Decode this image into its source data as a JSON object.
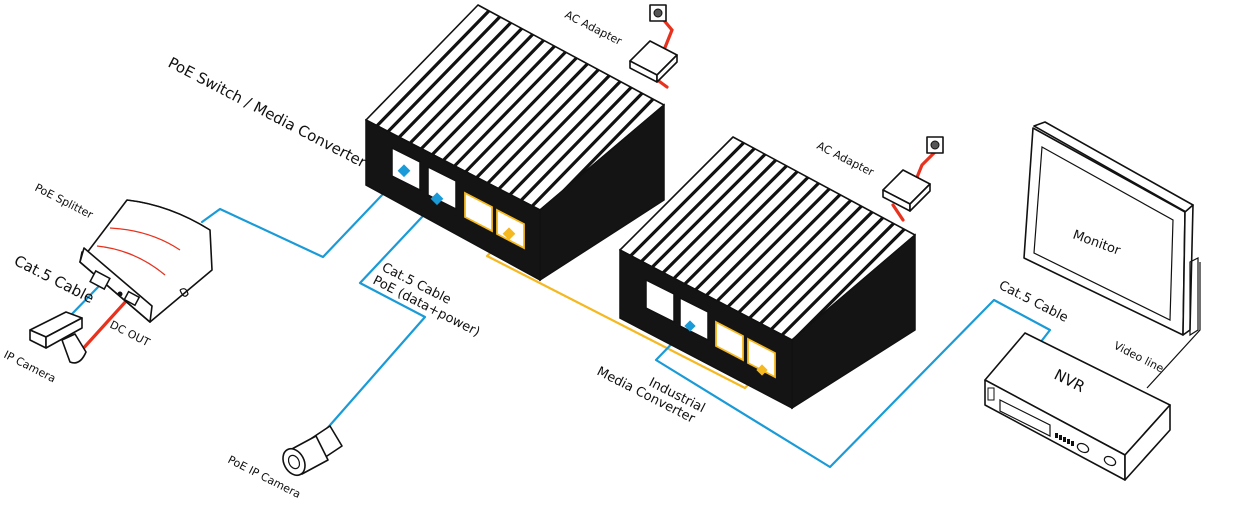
{
  "diagram": {
    "title": "PoE Switch / Media Converter network connection diagram",
    "colors": {
      "ethernet_cable": "#1a9bd7",
      "fiber_cable": "#f5b820",
      "power_cable": "#e8321e",
      "device_body": "#141414",
      "background": "#ffffff"
    },
    "labels": {
      "poe_switch": "PoE Switch / Media Converter",
      "ac_adapter_1": "AC Adapter",
      "ac_adapter_2": "AC Adapter",
      "poe_splitter": "PoE Splitter",
      "cat5_cable_splitter": "Cat.5 Cable",
      "dc_out": "DC OUT",
      "ip_camera": "IP Camera",
      "cat5_cable_poe": "Cat.5 Cable",
      "poe_data_power": "PoE (data+power)",
      "poe_ip_camera": "PoE IP Camera",
      "industrial_line1": "Industrial",
      "industrial_line2": "Media Converter",
      "cat5_cable_nvr": "Cat.5 Cable",
      "monitor": "Monitor",
      "video_line": "Video line",
      "nvr": "NVR"
    },
    "nodes": [
      {
        "id": "poe-switch",
        "label": "PoE Switch / Media Converter",
        "ports": [
          "RJ45 (PoE)",
          "RJ45 (PoE)",
          "SFP",
          "SFP"
        ]
      },
      {
        "id": "industrial-media-converter",
        "label": "Industrial Media Converter",
        "ports": [
          "RJ45",
          "RJ45",
          "SFP",
          "SFP"
        ]
      },
      {
        "id": "poe-splitter",
        "label": "PoE Splitter"
      },
      {
        "id": "ip-camera",
        "label": "IP Camera"
      },
      {
        "id": "poe-ip-camera",
        "label": "PoE IP Camera"
      },
      {
        "id": "ac-adapter-1",
        "label": "AC Adapter"
      },
      {
        "id": "ac-adapter-2",
        "label": "AC Adapter"
      },
      {
        "id": "monitor",
        "label": "Monitor"
      },
      {
        "id": "nvr",
        "label": "NVR"
      }
    ],
    "edges": [
      {
        "from": "poe-switch",
        "to": "poe-splitter",
        "type": "ethernet"
      },
      {
        "from": "poe-splitter",
        "to": "ip-camera",
        "type": "ethernet",
        "label": "Cat.5 Cable"
      },
      {
        "from": "poe-splitter",
        "to": "ip-camera",
        "type": "power",
        "label": "DC OUT"
      },
      {
        "from": "poe-switch",
        "to": "poe-ip-camera",
        "type": "ethernet",
        "label": "Cat.5 Cable PoE (data+power)"
      },
      {
        "from": "poe-switch",
        "to": "industrial-media-converter",
        "type": "fiber"
      },
      {
        "from": "industrial-media-converter",
        "to": "nvr",
        "type": "ethernet",
        "label": "Cat.5 Cable"
      },
      {
        "from": "nvr",
        "to": "monitor",
        "type": "video",
        "label": "Video line"
      },
      {
        "from": "ac-adapter-1",
        "to": "poe-switch",
        "type": "power"
      },
      {
        "from": "ac-adapter-2",
        "to": "industrial-media-converter",
        "type": "power"
      }
    ]
  }
}
